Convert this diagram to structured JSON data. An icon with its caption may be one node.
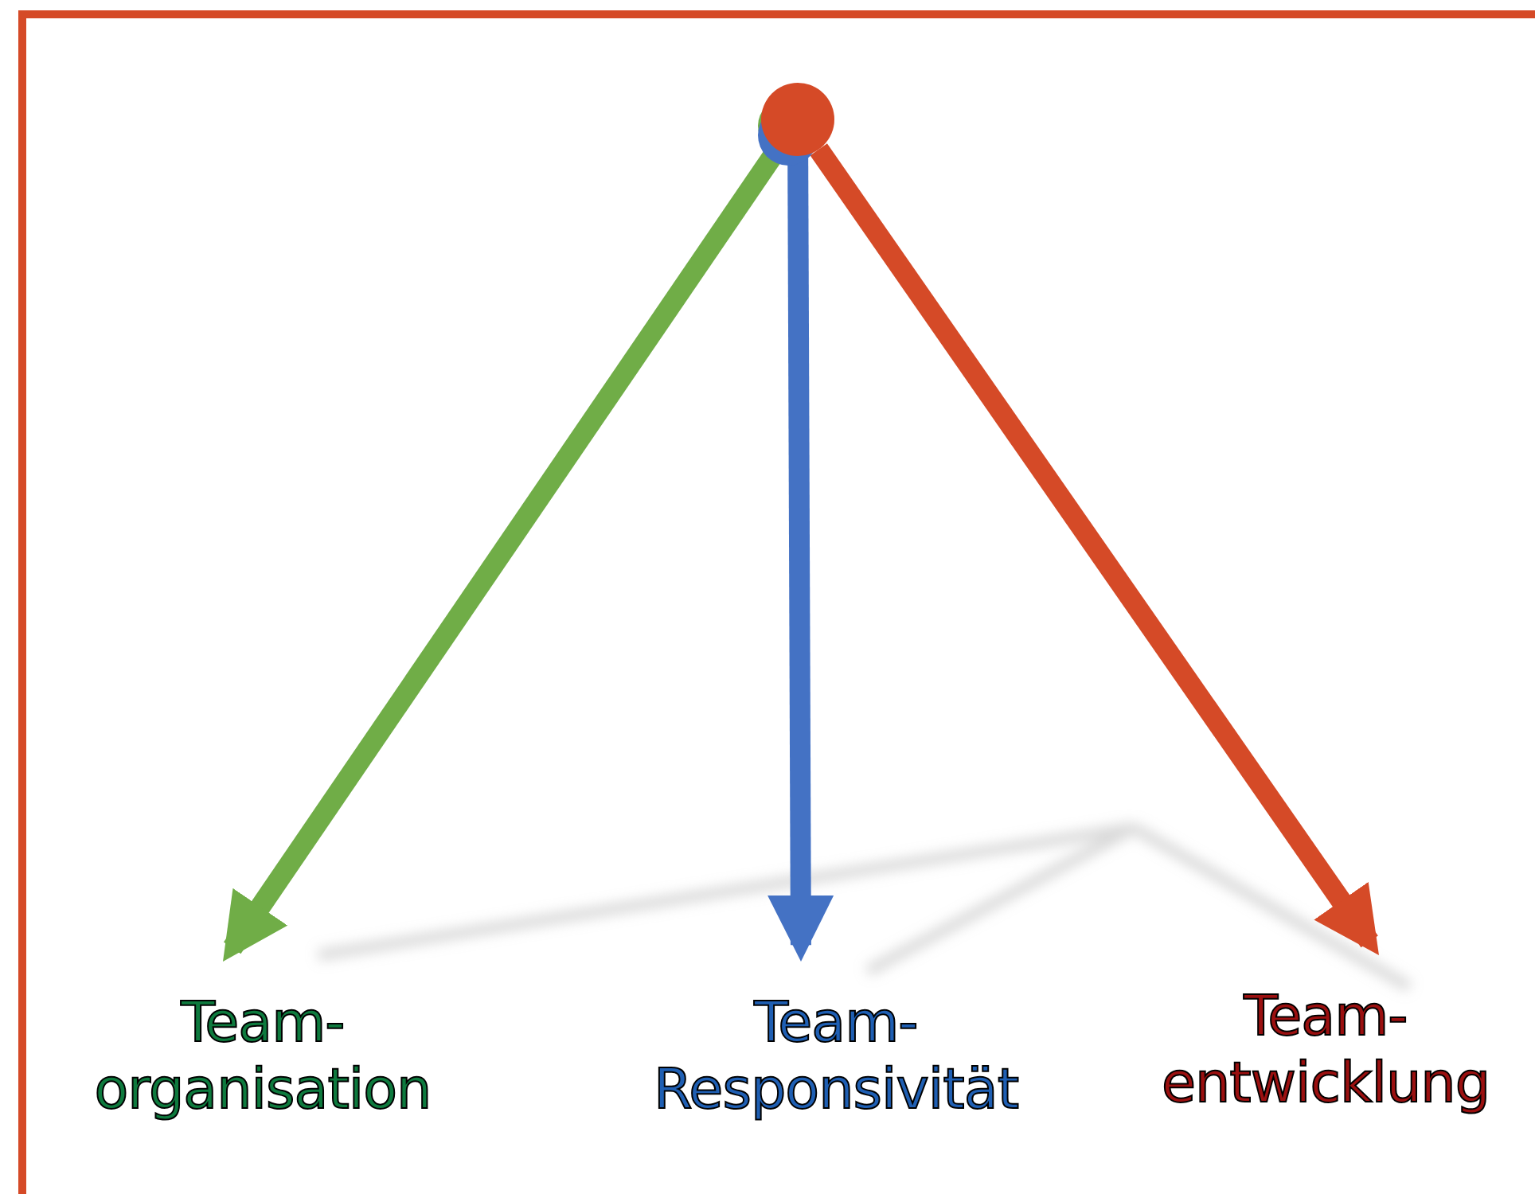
{
  "diagram": {
    "nodes": [
      {
        "text": [],
        "shape": "circle"
      },
      {
        "text": [
          "Team- organisation"
        ]
      },
      {
        "text": [
          "Team- Responsivität"
        ]
      },
      {
        "text": [
          "Team- entwicklung"
        ]
      }
    ],
    "edges": [
      {
        "from": 0,
        "to": 1,
        "arrow": "to",
        "color": "#70ad47"
      },
      {
        "from": 0,
        "to": 2,
        "arrow": "to",
        "color": "#4472c4"
      },
      {
        "from": 0,
        "to": 3,
        "arrow": "to",
        "color": "#d54a27"
      }
    ]
  }
}
